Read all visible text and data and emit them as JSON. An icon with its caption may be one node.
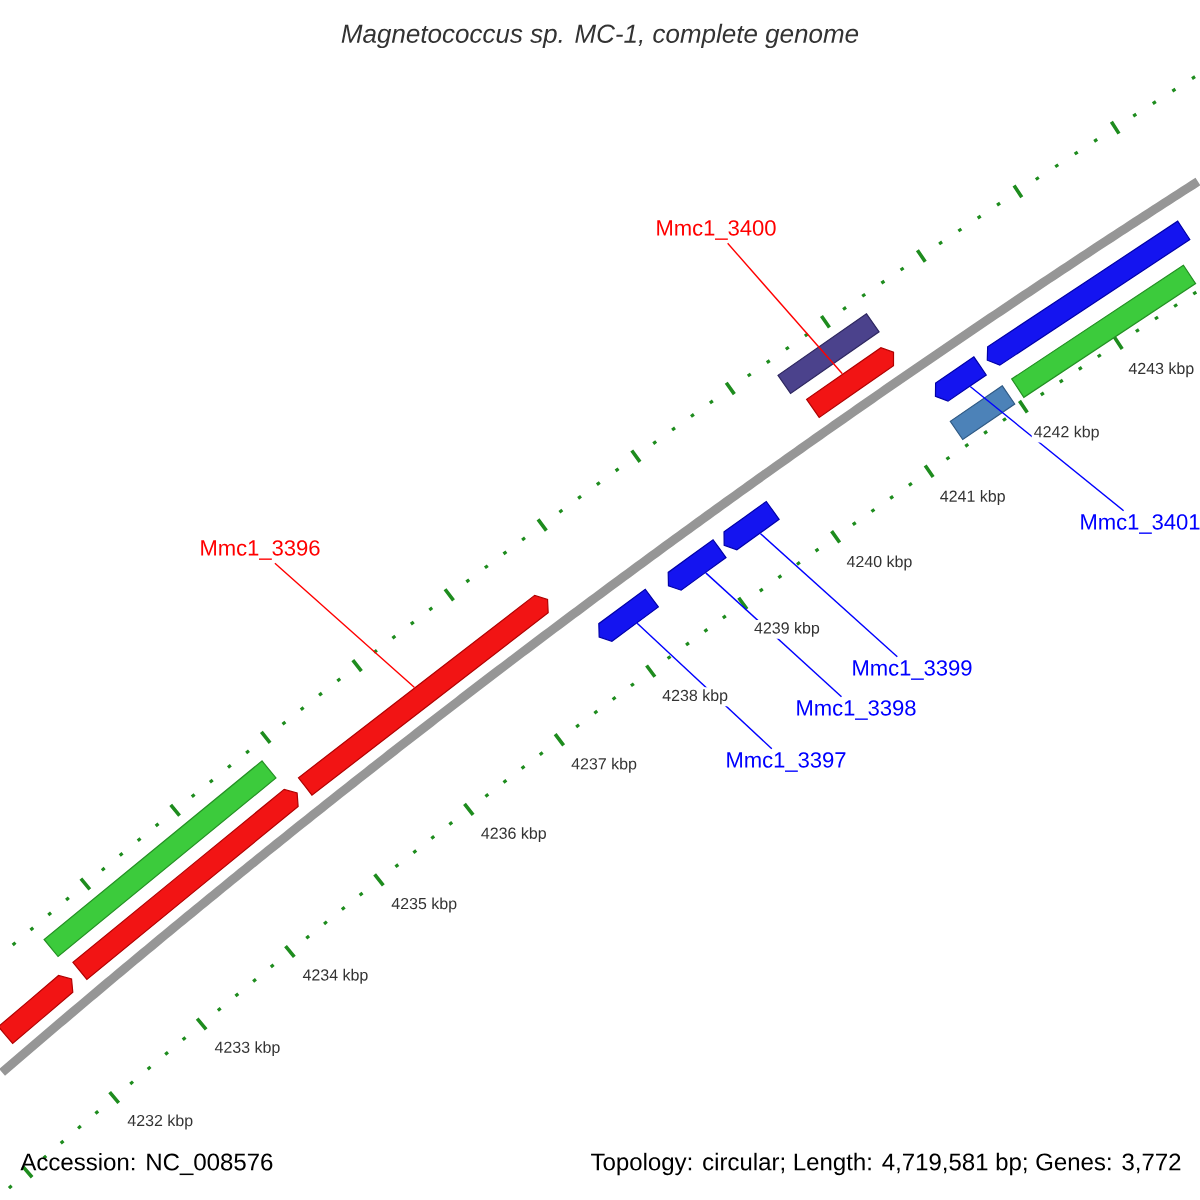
{
  "diagram": {
    "title": "Magnetococcus sp. MC-1, complete genome",
    "nodes": [
      {
        "text": [
          "Mmc1_3400"
        ]
      },
      {
        "text": [
          "Mmc1_3396"
        ]
      },
      {
        "text": [
          "Mmc1_3401"
        ]
      },
      {
        "text": [
          "Mmc1_3399"
        ]
      },
      {
        "text": [
          "Mmc1_3398"
        ]
      },
      {
        "text": [
          "Mmc1_3397"
        ]
      },
      {
        "text": [],
        "shape": "pentagon"
      },
      {
        "text": [],
        "shape": "bar"
      },
      {
        "text": [],
        "shape": "pentagon"
      },
      {
        "text": [],
        "shape": "pentagon"
      },
      {
        "text": [],
        "shape": "pentagon"
      },
      {
        "text": [],
        "shape": "pentagon"
      },
      {
        "text": [],
        "shape": "pentagon"
      },
      {
        "text": [],
        "shape": "bar"
      },
      {
        "text": [],
        "shape": "pentagon"
      },
      {
        "text": [],
        "shape": "bar"
      },
      {
        "text": [],
        "shape": "pentagon"
      },
      {
        "text": [],
        "shape": "pentagon"
      },
      {
        "text": [],
        "shape": "bar"
      }
    ],
    "edges": [
      {
        "from": 0,
        "to": 14,
        "arrow": "none",
        "color": "#ff0000"
      },
      {
        "from": 1,
        "to": 9,
        "arrow": "none",
        "color": "#ff0000"
      },
      {
        "from": 2,
        "to": 16,
        "arrow": "none"
      },
      {
        "from": 3,
        "to": 12,
        "arrow": "none"
      },
      {
        "from": 4,
        "to": 11,
        "arrow": "none"
      },
      {
        "from": 5,
        "to": 10,
        "arrow": "none"
      }
    ],
    "labels": [
      "4243 kbp",
      "4242 kbp",
      "4241 kbp",
      "4240 kbp",
      "4239 kbp",
      "4238 kbp",
      "4237 kbp",
      "4236 kbp",
      "4235 kbp",
      "4234 kbp",
      "4233 kbp",
      "4232 kbp",
      "Accession: NC_008576",
      "Topology: circular; Length: 4,719,581 bp; Genes: 3,772"
    ]
  }
}
